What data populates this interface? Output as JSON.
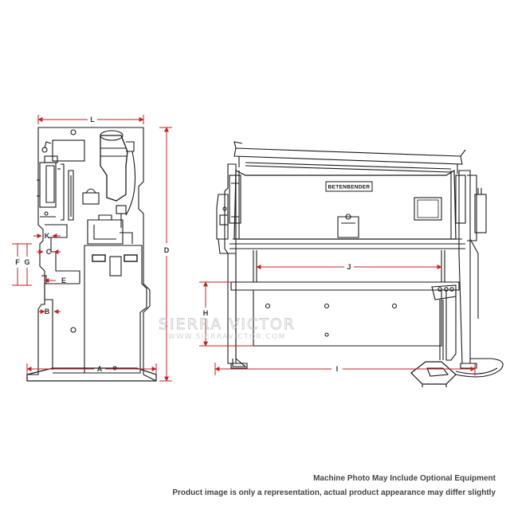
{
  "dimension_labels": {
    "A": "A",
    "B": "B",
    "C": "C",
    "D": "D",
    "E": "E",
    "F": "F",
    "G": "G",
    "H": "H",
    "I": "I",
    "J": "J",
    "K": "K",
    "L": "L"
  },
  "machine_badge": "BETENBENDER",
  "watermark": {
    "main": "SIERRA VICTOR",
    "sub": "WWW.SIERRAVICTOR.COM"
  },
  "footer": {
    "line1": "Machine Photo May Include Optional Equipment",
    "line2": "Product image is only a representation, actual product appearance may differ slightly"
  },
  "colors": {
    "line": "#1a1a1a",
    "dimension": "#c81e1e",
    "text": "#444444"
  }
}
